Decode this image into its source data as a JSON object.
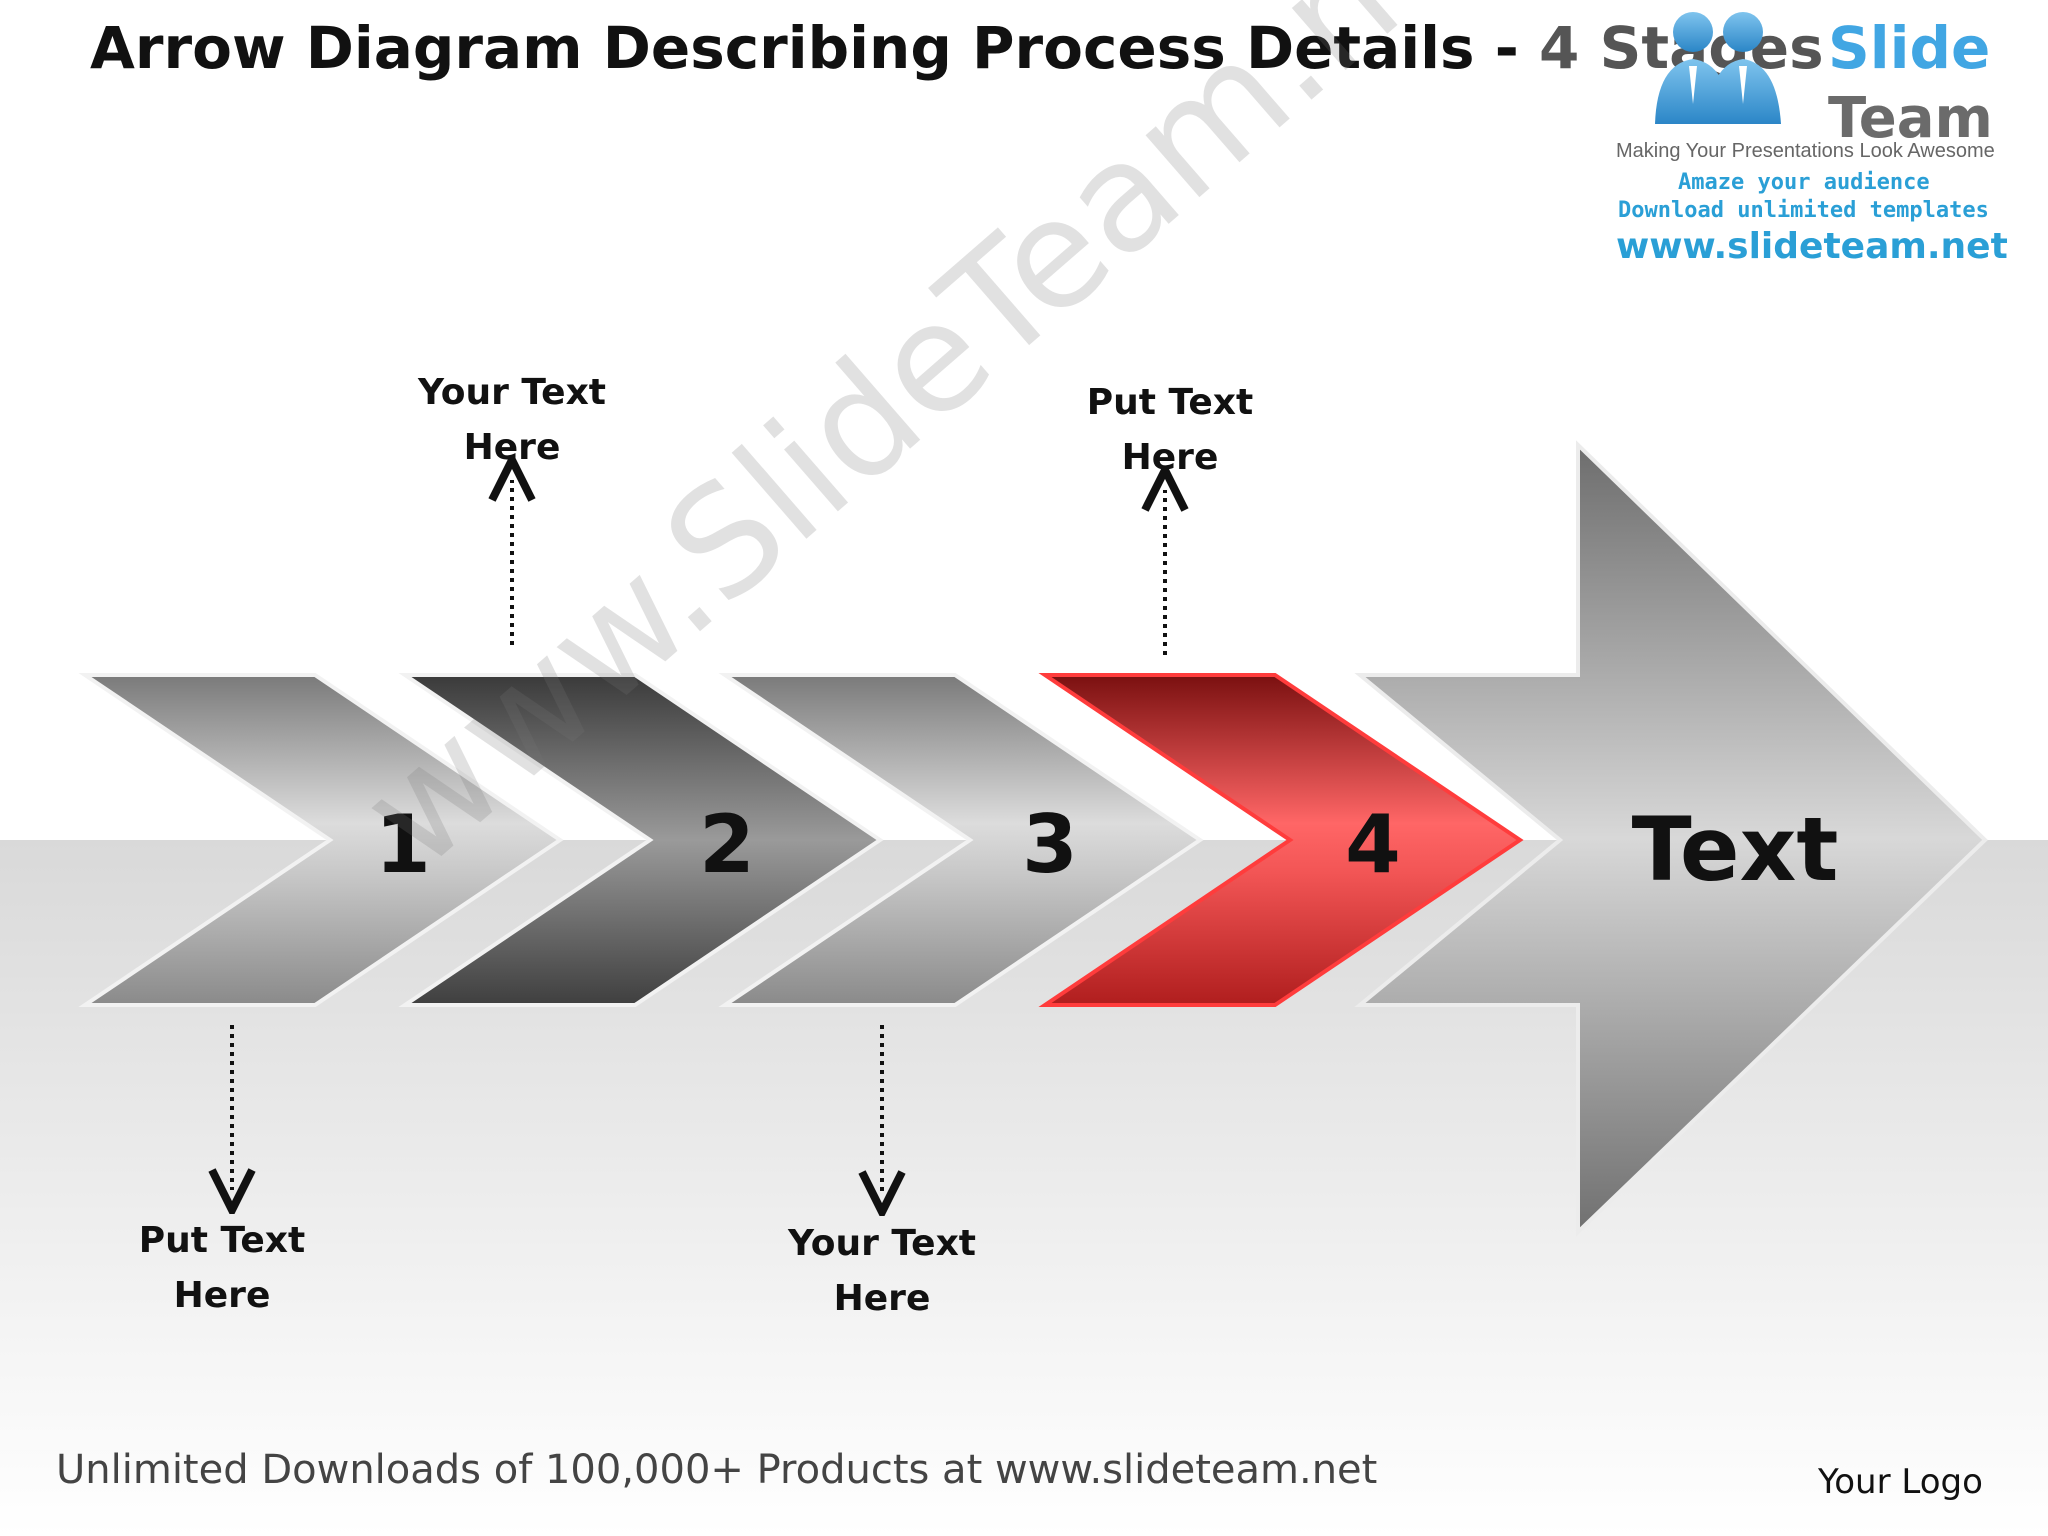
{
  "title": {
    "main": "Arrow Diagram Describing Process Details - ",
    "stages": "4 Stages"
  },
  "brand_logo": {
    "slide": "Slide",
    "team": "Team",
    "tagline": "Making Your Presentations Look Awesome",
    "amaze": "Amaze your audience",
    "download": "Download unlimited templates",
    "url": "www.slideteam.net"
  },
  "watermark": "www.SlideTeam.net",
  "stages": [
    {
      "number": "1",
      "color": "#b3b3b3"
    },
    {
      "number": "2",
      "color": "#5a5a5a"
    },
    {
      "number": "3",
      "color": "#b3b3b3"
    },
    {
      "number": "4",
      "color": "#ff5a5a"
    }
  ],
  "final_arrow": {
    "label": "Text",
    "color": "#a8a8a8"
  },
  "labels": {
    "stage1": {
      "line1": "Put Text",
      "line2": "Here"
    },
    "stage2": {
      "line1": "Your Text",
      "line2": "Here"
    },
    "stage3": {
      "line1": "Your Text",
      "line2": "Here"
    },
    "stage4": {
      "line1": "Put Text",
      "line2": "Here"
    }
  },
  "footer": "Unlimited Downloads of 100,000+ Products at www.slideteam.net",
  "your_logo": "Your Logo"
}
